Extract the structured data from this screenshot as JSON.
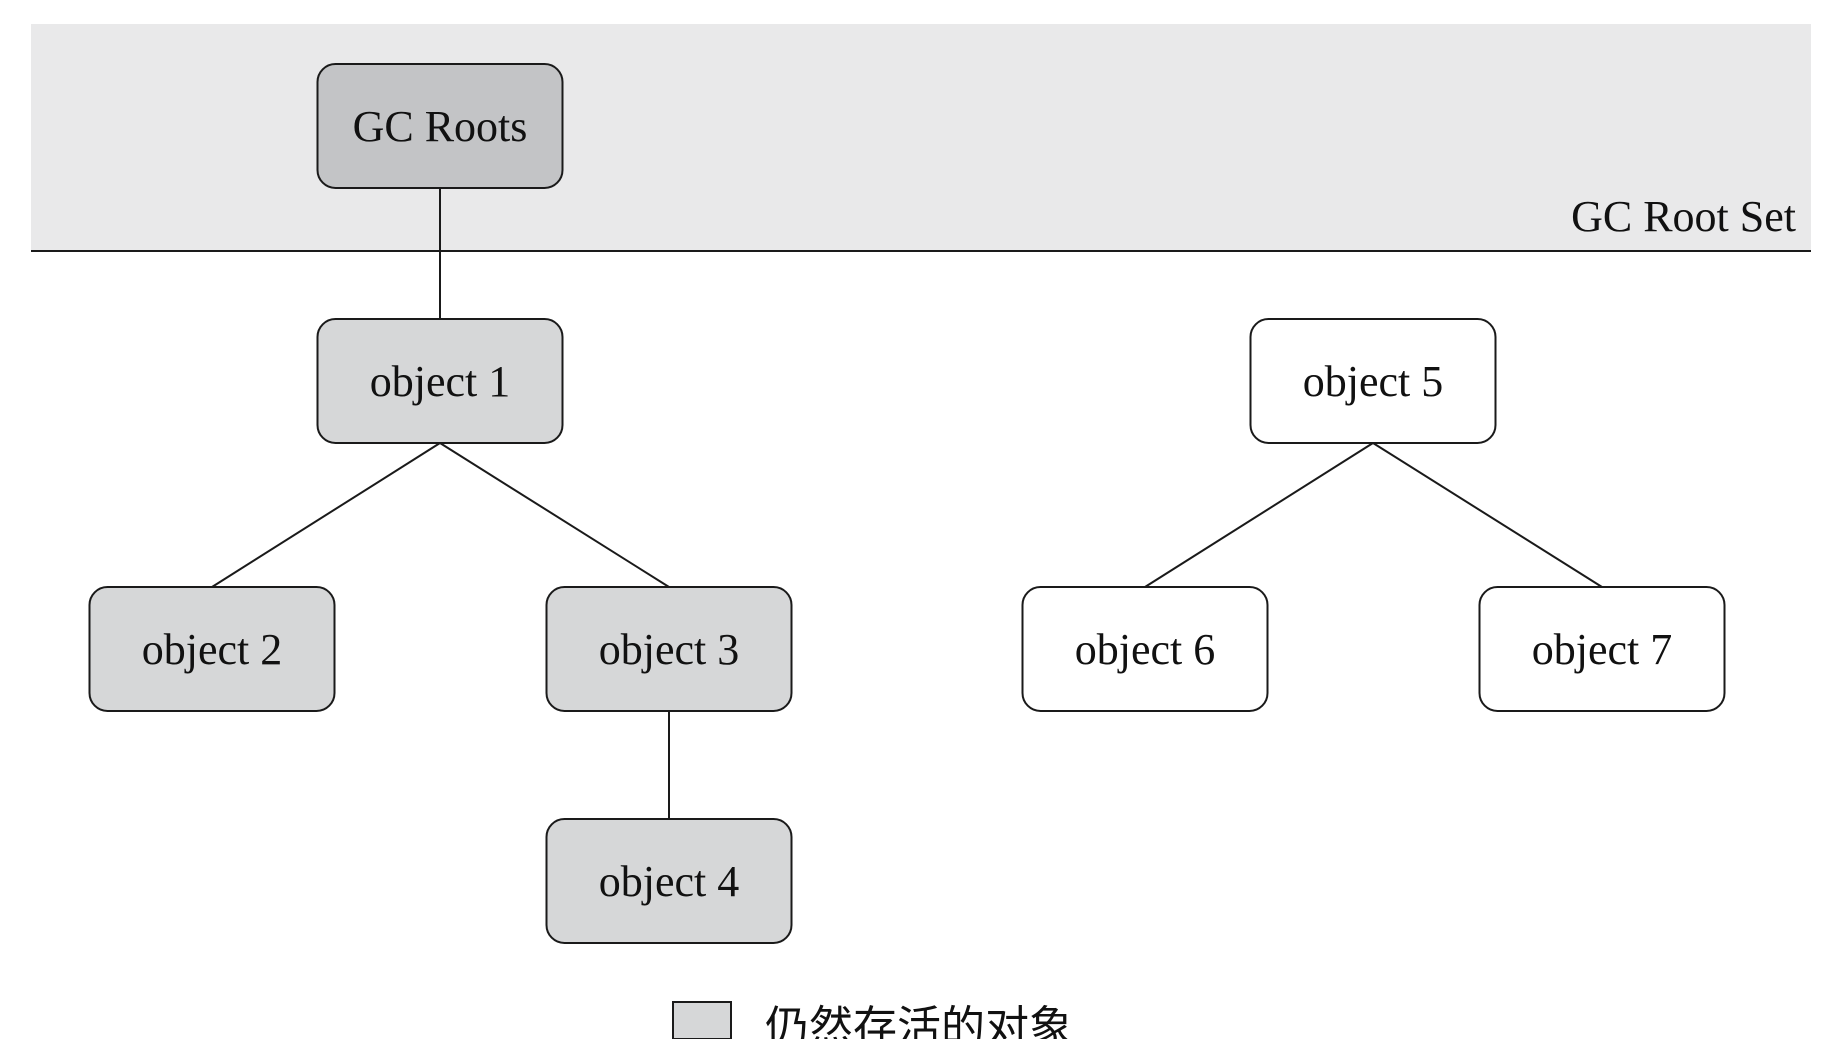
{
  "diagram": {
    "root_set_label": "GC Root Set",
    "colors": {
      "root_set_background": "#e9e9ea",
      "alive_fill": "#d6d7d8",
      "root_fill": "#c3c4c6",
      "dead_fill": "#ffffff",
      "stroke": "#1a1a1a"
    },
    "nodes": [
      {
        "id": "gc-roots",
        "label": "GC Roots",
        "status": "root"
      },
      {
        "id": "object-1",
        "label": "object 1",
        "status": "alive"
      },
      {
        "id": "object-2",
        "label": "object 2",
        "status": "alive"
      },
      {
        "id": "object-3",
        "label": "object 3",
        "status": "alive"
      },
      {
        "id": "object-4",
        "label": "object 4",
        "status": "alive"
      },
      {
        "id": "object-5",
        "label": "object 5",
        "status": "dead"
      },
      {
        "id": "object-6",
        "label": "object 6",
        "status": "dead"
      },
      {
        "id": "object-7",
        "label": "object 7",
        "status": "dead"
      }
    ],
    "edges": [
      {
        "from": "gc-roots",
        "to": "object-1"
      },
      {
        "from": "object-1",
        "to": "object-2"
      },
      {
        "from": "object-1",
        "to": "object-3"
      },
      {
        "from": "object-3",
        "to": "object-4"
      },
      {
        "from": "object-5",
        "to": "object-6"
      },
      {
        "from": "object-5",
        "to": "object-7"
      }
    ],
    "legend": {
      "alive_label": "仍然存活的对象"
    }
  }
}
